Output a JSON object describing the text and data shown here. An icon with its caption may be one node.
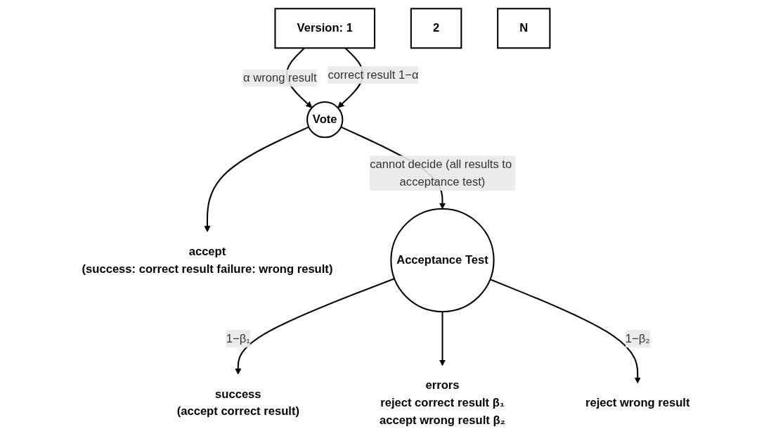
{
  "diagram": {
    "nodes": [
      {
        "text": [
          "Version: 1"
        ]
      },
      {
        "text": [
          "2"
        ]
      },
      {
        "text": [
          "N"
        ]
      },
      {
        "text": [
          "Vote"
        ]
      },
      {
        "text": [
          "accept",
          "(success: correct result failure: wrong result)"
        ]
      },
      {
        "text": [
          "Acceptance Test"
        ]
      },
      {
        "text": [
          "success",
          "(accept correct result)"
        ]
      },
      {
        "text": [
          "errors",
          "reject correct result β₁",
          "accept wrong result β₂"
        ]
      },
      {
        "text": [
          "reject wrong result"
        ]
      }
    ],
    "edges": [
      {
        "from": 0,
        "to": 3,
        "arrow": "to",
        "label": "α wrong result"
      },
      {
        "from": 0,
        "to": 3,
        "arrow": "to",
        "label": "correct result 1−α"
      },
      {
        "from": 3,
        "to": 4,
        "arrow": "to"
      },
      {
        "from": 3,
        "to": 5,
        "arrow": "to",
        "label": "cannot decide (all results to acceptance test)"
      },
      {
        "from": 5,
        "to": 6,
        "arrow": "to",
        "label": "1−β₁"
      },
      {
        "from": 5,
        "to": 7,
        "arrow": "to"
      },
      {
        "from": 5,
        "to": 8,
        "arrow": "to",
        "label": "1−β₂"
      }
    ]
  }
}
